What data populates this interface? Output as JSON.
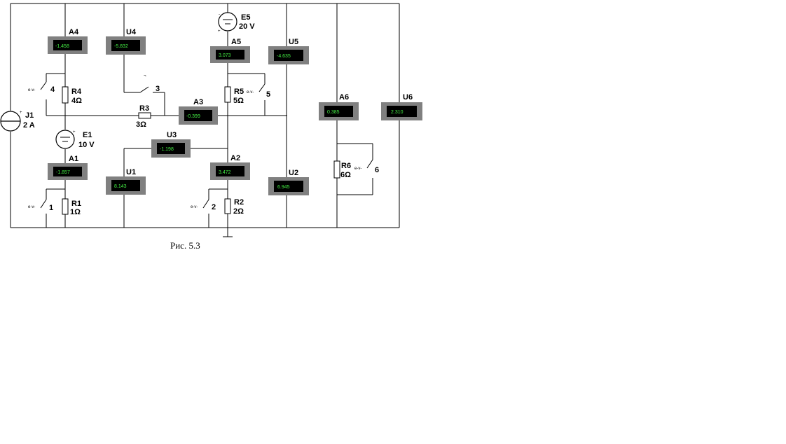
{
  "meters": [
    {
      "id": "A4",
      "label": "A4",
      "reading": "-1.458"
    },
    {
      "id": "U4",
      "label": "U4",
      "reading": "-5.832"
    },
    {
      "id": "A5",
      "label": "A5",
      "reading": "3.073"
    },
    {
      "id": "U5",
      "label": "U5",
      "reading": "-4.635"
    },
    {
      "id": "A3",
      "label": "A3",
      "reading": "-0.399"
    },
    {
      "id": "A6",
      "label": "A6",
      "reading": "0.385"
    },
    {
      "id": "U6",
      "label": "U6",
      "reading": "2.310"
    },
    {
      "id": "U3",
      "label": "U3",
      "reading": "-1.198"
    },
    {
      "id": "A1",
      "label": "A1",
      "reading": "-1.857"
    },
    {
      "id": "A2",
      "label": "A2",
      "reading": "3.472"
    },
    {
      "id": "U1",
      "label": "U1",
      "reading": "8.143"
    },
    {
      "id": "U2",
      "label": "U2",
      "reading": "6.945"
    }
  ],
  "resistors": [
    {
      "id": "R4",
      "name": "R4",
      "value": "4Ω"
    },
    {
      "id": "R5",
      "name": "R5",
      "value": "5Ω"
    },
    {
      "id": "R3",
      "name": "R3",
      "value": "3Ω"
    },
    {
      "id": "R6",
      "name": "R6",
      "value": "6Ω"
    },
    {
      "id": "R1",
      "name": "R1",
      "value": "1Ω"
    },
    {
      "id": "R2",
      "name": "R2",
      "value": "2Ω"
    }
  ],
  "sources": [
    {
      "id": "J1",
      "name": "J1",
      "value": "2 A"
    },
    {
      "id": "E1",
      "name": "E1",
      "value": "10 V"
    },
    {
      "id": "E5",
      "name": "E5",
      "value": "20 V"
    }
  ],
  "switches": [
    {
      "id": "sw1",
      "key": "1"
    },
    {
      "id": "sw2",
      "key": "2"
    },
    {
      "id": "sw3",
      "key": "3"
    },
    {
      "id": "sw4",
      "key": "4"
    },
    {
      "id": "sw5",
      "key": "5"
    },
    {
      "id": "sw6",
      "key": "6"
    }
  ],
  "caption": "Рис. 5.3"
}
